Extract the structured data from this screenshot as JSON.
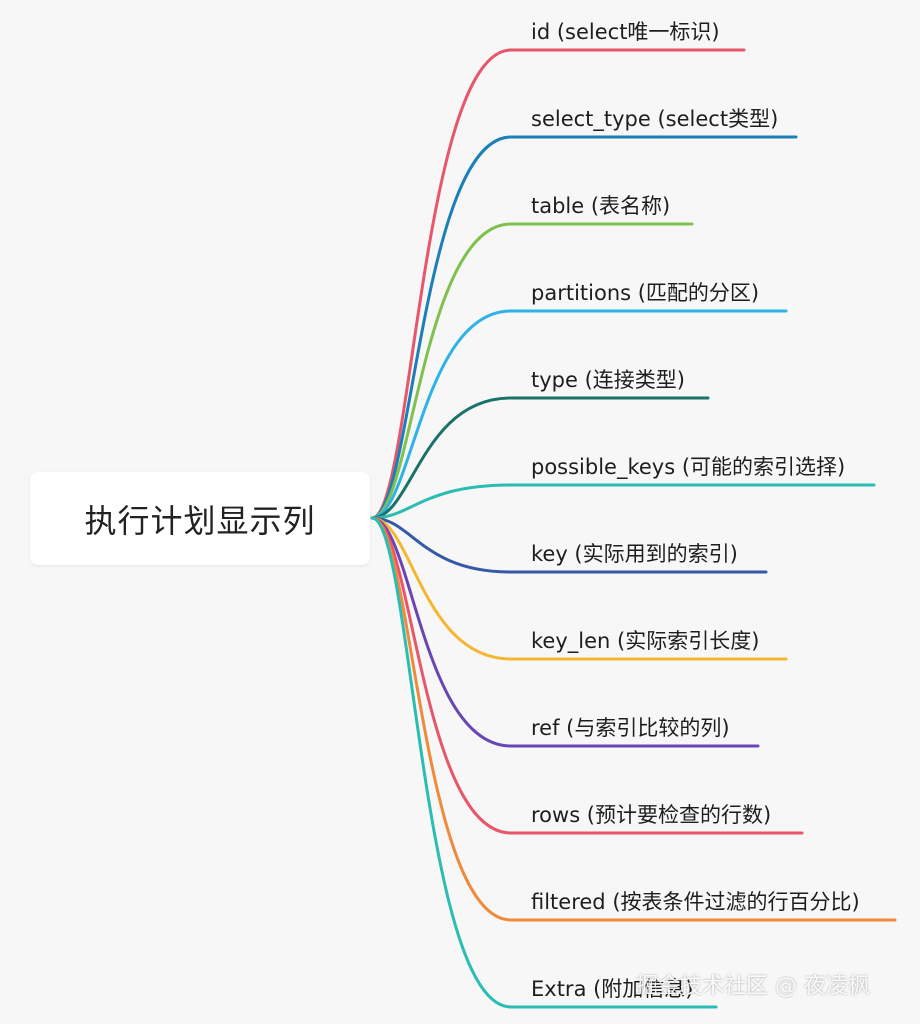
{
  "root": {
    "label": "执行计划显示列"
  },
  "branches": [
    {
      "label": "id (select唯一标识)",
      "color": "#e8566b"
    },
    {
      "label": "select_type (select类型)",
      "color": "#1b7fb8"
    },
    {
      "label": "table (表名称)",
      "color": "#7fc04f"
    },
    {
      "label": "partitions (匹配的分区)",
      "color": "#2eb2e8"
    },
    {
      "label": "type (连接类型)",
      "color": "#1a7367"
    },
    {
      "label": "possible_keys (可能的索引选择)",
      "color": "#2bbdb1"
    },
    {
      "label": "key (实际用到的索引)",
      "color": "#3559a8"
    },
    {
      "label": "key_len (实际索引长度)",
      "color": "#f5b731"
    },
    {
      "label": "ref (与索引比较的列)",
      "color": "#6a46b5"
    },
    {
      "label": "rows (预计要检查的行数)",
      "color": "#e8566b"
    },
    {
      "label": "filtered (按表条件过滤的行百分比)",
      "color": "#ef8a3d"
    },
    {
      "label": "Extra (附加信息)",
      "color": "#2bbdb1"
    }
  ],
  "watermark": "掘金技术社区 @ 夜凌枫"
}
